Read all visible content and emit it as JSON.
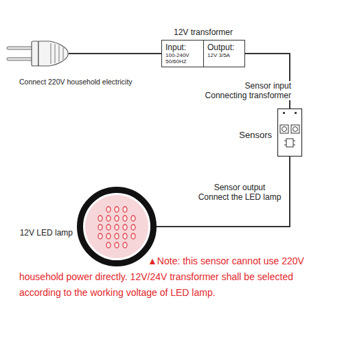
{
  "diagram": {
    "nodes": [
      {
        "text": [
          "Connect 220V household electricity"
        ]
      },
      {
        "text": [
          "12V transformer",
          "Input:",
          "100-240V 50/60HZ",
          "Output:",
          "12V 3/5A"
        ]
      },
      {
        "text": [
          "Sensors"
        ]
      },
      {
        "text": [
          "12V LED lamp"
        ]
      }
    ],
    "edges": [
      {
        "from": 0,
        "to": 1,
        "arrow": "none"
      },
      {
        "from": 1,
        "to": 2,
        "label": "Sensor input Connecting transformer",
        "arrow": "none"
      },
      {
        "from": 2,
        "to": 3,
        "label": "Sensor output Connect the LED lamp",
        "arrow": "none"
      }
    ],
    "labels": [
      "▲Note: this sensor cannot use 220V household power directly. 12V/24V transformer shall be selected according to the working voltage of LED lamp."
    ]
  }
}
